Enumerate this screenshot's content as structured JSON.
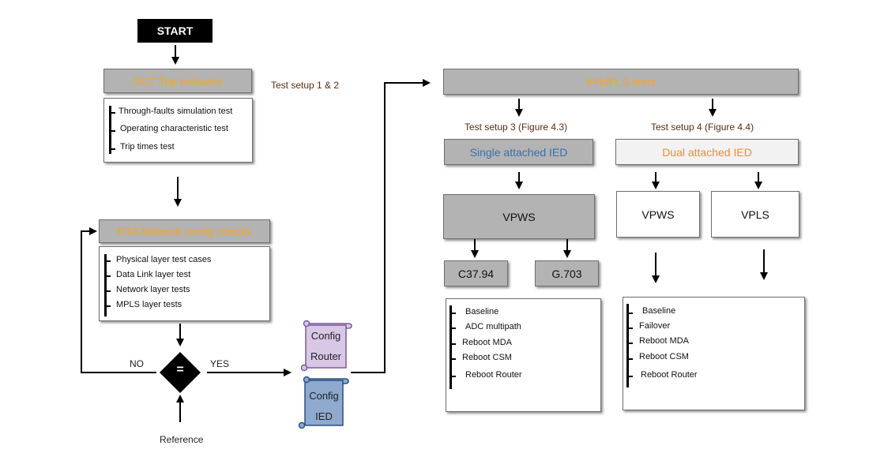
{
  "start": "START",
  "dut": {
    "title": "DUT Trip behavior",
    "setup": "Test setup 1 & 2",
    "items": [
      "Through-faults simulation test",
      "Operating characteristic test",
      "Trip times test"
    ]
  },
  "dta": {
    "title": "DTA Network config checks",
    "items": [
      "Physical layer test cases",
      "Data Link layer test",
      "Network layer tests",
      "MPLS layer tests"
    ]
  },
  "decision": {
    "symbol": "=",
    "no": "NO",
    "yes": "YES",
    "reference": "Reference"
  },
  "config_router": {
    "line1": "Config",
    "line2": "Router"
  },
  "config_ied": {
    "line1": "Config",
    "line2": "IED"
  },
  "ipmpls": {
    "title": "IP/MPLS tests"
  },
  "setup3": {
    "label": "Test setup 3 (Figure 4.3)",
    "title": "Single attached IED",
    "vpws": "VPWS",
    "c3794": "C37.94",
    "g703": "G.703",
    "items": [
      "Baseline",
      "ADC multipath",
      "Reboot MDA",
      "Reboot CSM",
      "Reboot Router"
    ]
  },
  "setup4": {
    "label": "Test setup 4 (Figure 4.4)",
    "title": "Dual attached IED",
    "vpws": "VPWS",
    "vpls": "VPLS",
    "items": [
      "Baseline",
      "Failover",
      "Reboot MDA",
      "Reboot CSM",
      "Reboot Router"
    ]
  },
  "colors": {
    "header_fill": "#b3b3b3",
    "orange_text": "#f5a623",
    "blue_text": "#3a6fb0",
    "light_orange_text": "#f08a3c",
    "router_scroll": "#d9c7e6",
    "ied_scroll": "#8fa9cf"
  }
}
